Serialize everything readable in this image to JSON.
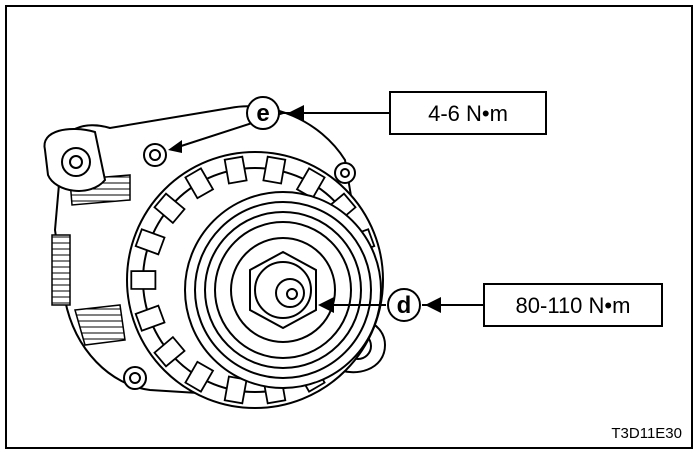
{
  "callouts": {
    "e": {
      "letter": "e",
      "torque": "4-6 N•m"
    },
    "d": {
      "letter": "d",
      "torque": "80-110 N•m"
    }
  },
  "figure_code": "T3D11E30"
}
